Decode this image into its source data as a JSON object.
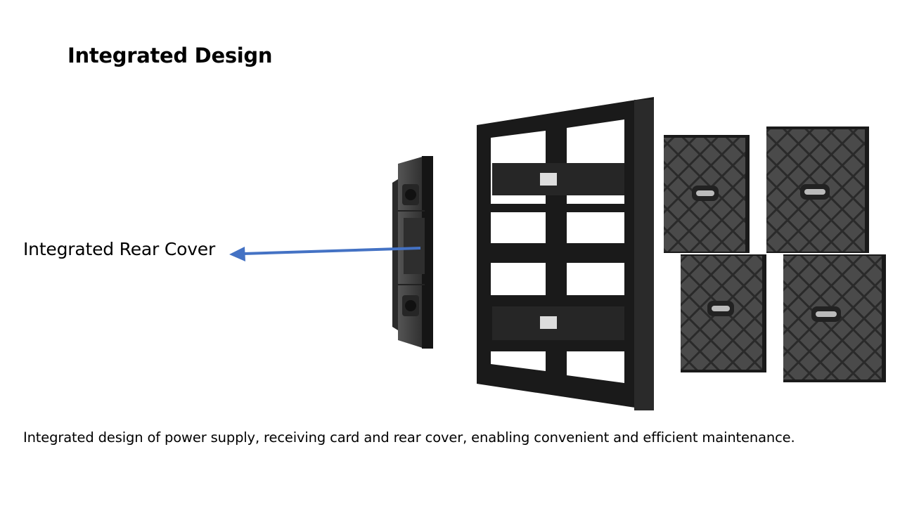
{
  "slide": {
    "title": "Integrated Design",
    "callout_label": "Integrated Rear Cover",
    "caption": "Integrated design of power supply, receiving card and rear cover, enabling convenient and efficient maintenance."
  },
  "colors": {
    "arrow": "#4472c4",
    "frame": "#1a1a1a",
    "module": "#3b3b3b"
  },
  "illustration": {
    "parts": [
      "rear-cover",
      "cabinet-frame",
      "led-module",
      "led-module",
      "led-module",
      "led-module"
    ]
  }
}
